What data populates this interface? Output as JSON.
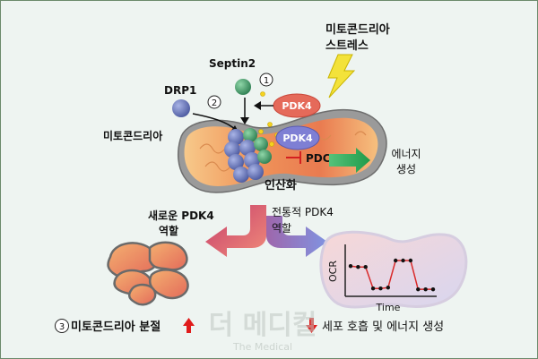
{
  "labels": {
    "mito_stress_line1": "미토콘드리아",
    "mito_stress_line2": "스트레스",
    "septin2": "Septin2",
    "drp1": "DRP1",
    "step1": "1",
    "step2": "2",
    "pdk4_top": "PDK4",
    "pdk4_inner": "PDK4",
    "mitochondria": "미토콘드리아",
    "pdc": "PDC",
    "energy_line1": "에너지",
    "energy_line2": "생성",
    "phosphorylation": "인산화",
    "new_role_line1": "새로운 PDK4",
    "new_role_line2": "역할",
    "classic_role_line1": "전통적 PDK4",
    "classic_role_line2": "역할",
    "ocr": "OCR",
    "time": "Time",
    "fission_step": "3",
    "fission_text": "미토콘드리아 분절",
    "respiration_text": "세포 호흡 및 에너지 생성",
    "watermark_main": "더 메디컬",
    "watermark_sub": "The Medical"
  },
  "colors": {
    "background": "#eef4f1",
    "mito_fill": "#f2a85a",
    "mito_outline": "#7a7a7a",
    "pdk4_top_fill": "#e56a5a",
    "pdk4_inner_fill": "#7e7fd4",
    "drp1_fill": "#6d7bbf",
    "septin2_fill": "#3d9b6a",
    "arrow_red": "#d94a5c",
    "arrow_blue": "#6f63c9",
    "arrow_green": "#2eaf5a",
    "lightning": "#f3e23a",
    "ocr_line": "#d92a2a"
  },
  "ocr_chart": {
    "type": "line",
    "x": [
      1,
      2,
      3,
      4,
      5,
      6,
      7,
      8,
      9,
      10,
      11,
      12
    ],
    "y": [
      0.62,
      0.6,
      0.6,
      0.1,
      0.1,
      0.12,
      0.75,
      0.75,
      0.75,
      0.08,
      0.08,
      0.08
    ]
  },
  "icons": {
    "step_circle": "circled-number-icon",
    "up_arrow": "red-up-arrow-icon",
    "down_arrow": "red-down-arrow-icon",
    "lightning": "lightning-bolt-icon"
  }
}
